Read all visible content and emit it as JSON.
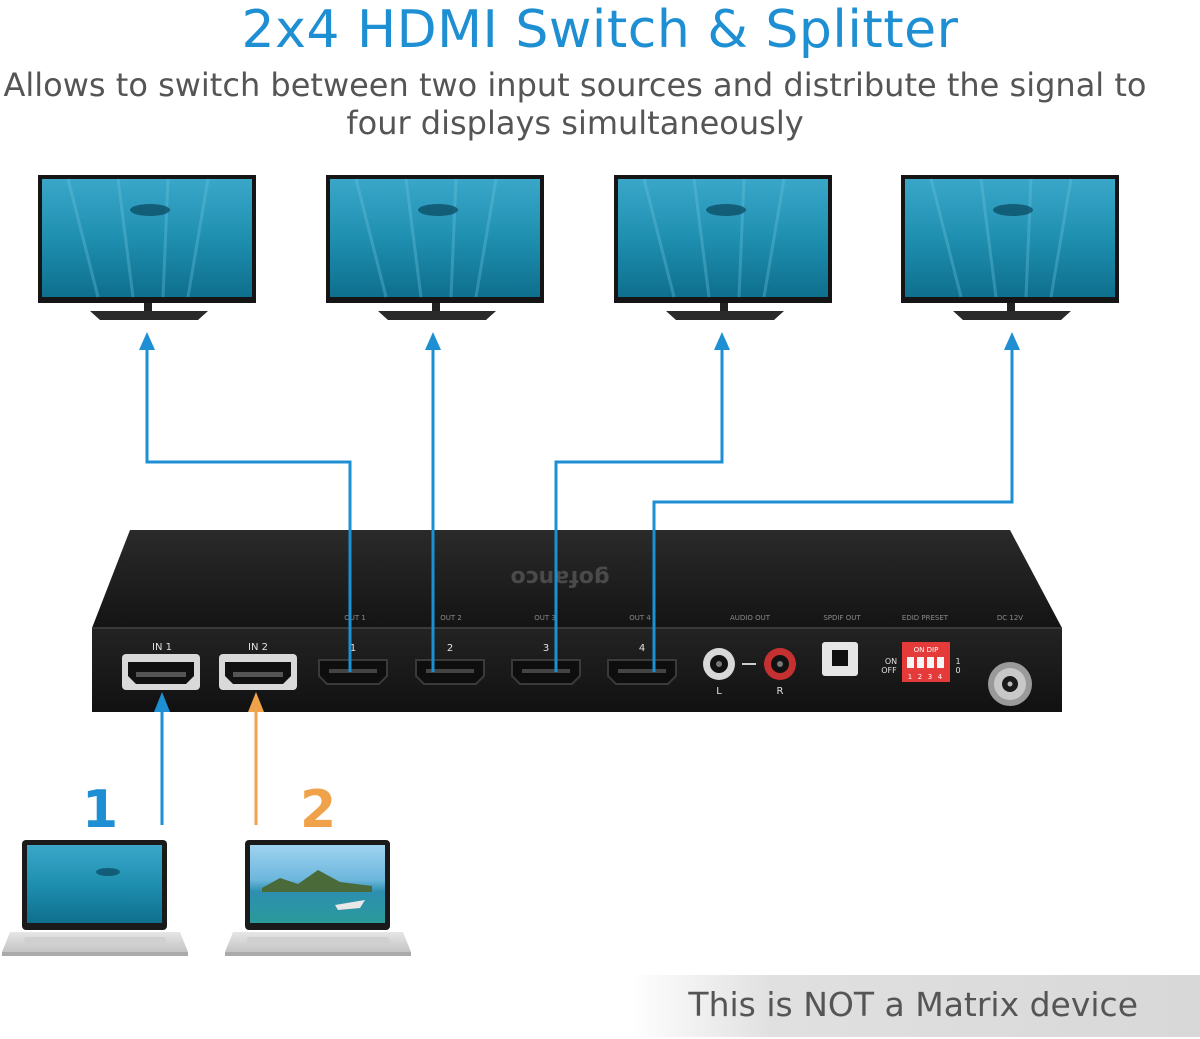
{
  "header": {
    "title": "2x4 HDMI Switch & Splitter",
    "subtitle_line1": "Allows to switch between two input sources and distribute the signal to",
    "subtitle_line2": "four displays simultaneously"
  },
  "device": {
    "brand": "gofanco",
    "inputs": [
      "IN 1",
      "IN 2"
    ],
    "outputs": [
      "1",
      "2",
      "3",
      "4"
    ],
    "output_headers": [
      "OUT 1",
      "OUT 2",
      "OUT 3",
      "OUT 4"
    ],
    "audio_out_label": "AUDIO OUT",
    "audio_left": "L",
    "audio_right": "R",
    "spdif_label": "SPDIF OUT",
    "edid_label": "EDID PRESET",
    "dc_label": "DC 12V",
    "dip_on": "ON",
    "dip_off": "OFF",
    "dip_title": "ON  DIP",
    "dip_numbers": [
      "1",
      "2",
      "3",
      "4"
    ],
    "dip_one": "1",
    "dip_zero": "0"
  },
  "sources": [
    {
      "number": "1",
      "color": "#1e8fd3"
    },
    {
      "number": "2",
      "color": "#f0a24a"
    }
  ],
  "colors": {
    "accent": "#1e8fd3",
    "source2": "#f0a24a",
    "device_body": "#1c1c1c"
  },
  "footer": {
    "note": "This is NOT a Matrix device"
  }
}
